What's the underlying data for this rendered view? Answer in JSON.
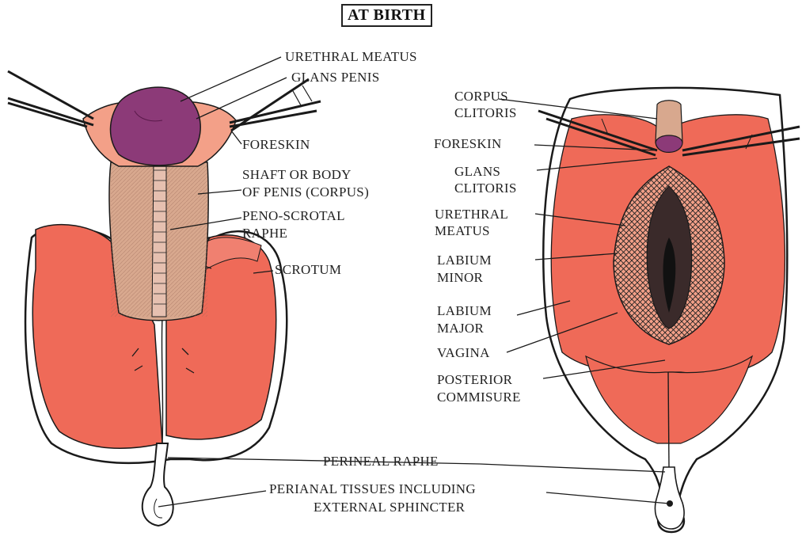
{
  "title": "AT BIRTH",
  "male": {
    "urethral_meatus": "URETHRAL MEATUS",
    "glans_penis": "GLANS PENIS",
    "foreskin": "FORESKIN",
    "shaft_line1": "SHAFT OR BODY",
    "shaft_line2": "OF PENIS (CORPUS)",
    "raphe_line1": "PENO-SCROTAL",
    "raphe_line2": "RAPHE",
    "scrotum": "SCROTUM"
  },
  "female": {
    "corpus_line1": "CORPUS",
    "corpus_line2": "CLITORIS",
    "foreskin": "FORESKIN",
    "glans_line1": "GLANS",
    "glans_line2": "CLITORIS",
    "urethral_line1": "URETHRAL",
    "urethral_line2": "MEATUS",
    "labium_minor_line1": "LABIUM",
    "labium_minor_line2": "MINOR",
    "labium_major_line1": "LABIUM",
    "labium_major_line2": "MAJOR",
    "vagina": "VAGINA",
    "posterior_line1": "POSTERIOR",
    "posterior_line2": "COMMISURE"
  },
  "shared": {
    "perineal_raphe": "PERINEAL RAPHE",
    "perianal_line1": "PERIANAL TISSUES INCLUDING",
    "perianal_line2": "EXTERNAL SPHINCTER"
  },
  "colors": {
    "skin_red": "#ef6a58",
    "skin_light": "#f3a088",
    "glans_purple": "#8c3a78",
    "shaft_tan": "#d8a88e",
    "outline": "#1a1a1a"
  }
}
